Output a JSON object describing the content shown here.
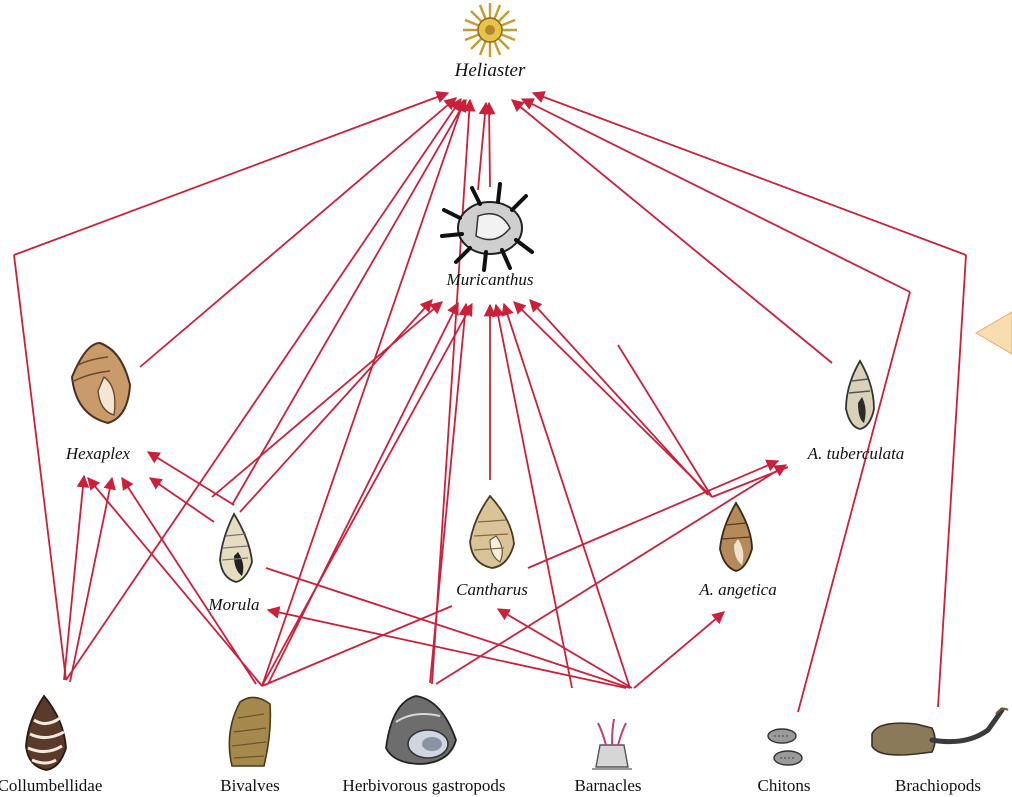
{
  "colors": {
    "edge": "#cc1f3a",
    "label": "#111111",
    "background": "#ffffff"
  },
  "nodes": {
    "heliaster": {
      "label": "Heliaster",
      "icon": "sea-star-icon"
    },
    "muricanthus": {
      "label": "Muricanthus",
      "icon": "spiny-snail-icon"
    },
    "hexaplex": {
      "label": "Hexaplex",
      "icon": "snail-shell-icon"
    },
    "a_tuberculata": {
      "label": "A. tuberculata",
      "icon": "snail-shell-icon"
    },
    "morula": {
      "label": "Morula",
      "icon": "snail-shell-icon"
    },
    "cantharus": {
      "label": "Cantharus",
      "icon": "snail-shell-icon"
    },
    "a_angetica": {
      "label": "A. angetica",
      "icon": "snail-shell-icon"
    },
    "collumbellidae": {
      "label": "Collumbellidae",
      "icon": "striped-shell-icon"
    },
    "bivalves": {
      "label": "Bivalves",
      "icon": "bivalve-icon"
    },
    "herbivorous_gastropods": {
      "label": "Herbivorous gastropods",
      "icon": "limpet-icon"
    },
    "barnacles": {
      "label": "Barnacles",
      "icon": "barnacle-icon"
    },
    "chitons": {
      "label": "Chitons",
      "icon": "chiton-icon"
    },
    "brachiopods": {
      "label": "Brachiopods",
      "icon": "brachiopod-icon"
    }
  }
}
